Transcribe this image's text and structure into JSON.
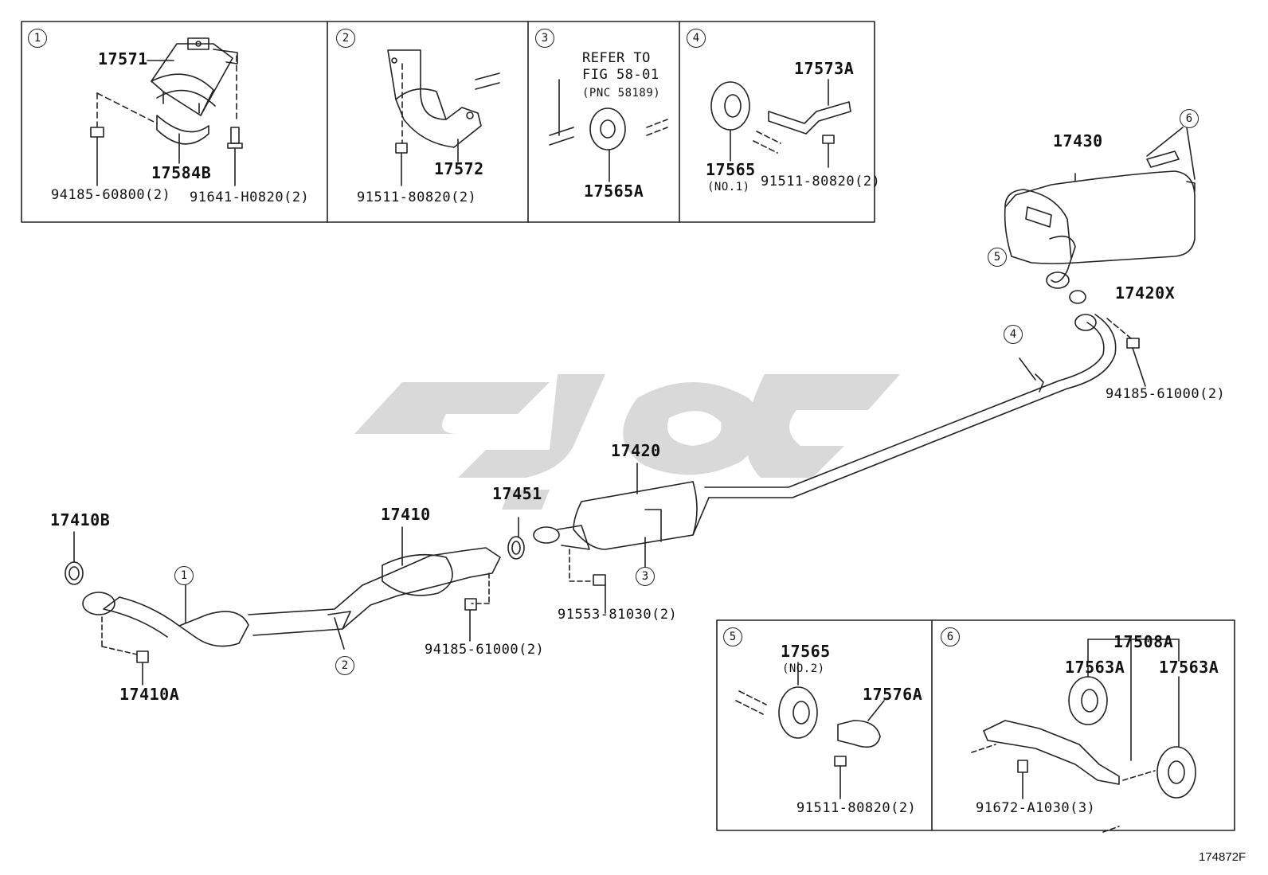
{
  "diagram": {
    "panels": {
      "p1": {
        "index": "1",
        "labels": [
          "17571",
          "17584B",
          "94185-60800(2)",
          "91641-H0820(2)"
        ]
      },
      "p2": {
        "index": "2",
        "labels": [
          "17572",
          "91511-80820(2)"
        ]
      },
      "p3": {
        "index": "3",
        "refer": [
          "REFER TO",
          "FIG 58-01",
          "(PNC 58189)"
        ],
        "labels": [
          "17565A"
        ]
      },
      "p4": {
        "index": "4",
        "labels": [
          "17573A",
          "17565",
          "(NO.1)",
          "91511-80820(2)"
        ]
      },
      "p5": {
        "index": "5",
        "labels": [
          "17565",
          "(NO.2)",
          "17576A",
          "91511-80820(2)"
        ]
      },
      "p6": {
        "index": "6",
        "labels": [
          "17508A",
          "17563A",
          "17563A",
          "91672-A1030(3)"
        ]
      }
    },
    "main": {
      "labels": {
        "muffler": "17430",
        "gasket_rear": "17420X",
        "nut_rear": "94185-61000(2)",
        "center_pipe": "17420",
        "gasket_mid": "17451",
        "bolt_mid": "91553-81030(2)",
        "front_pipe": "17410",
        "nut_front": "94185-61000(2)",
        "gasket_front": "17410B",
        "bolt_front": "17410A"
      },
      "callouts": [
        "1",
        "2",
        "3",
        "4",
        "5",
        "6"
      ]
    },
    "figure_code": "174872F"
  }
}
